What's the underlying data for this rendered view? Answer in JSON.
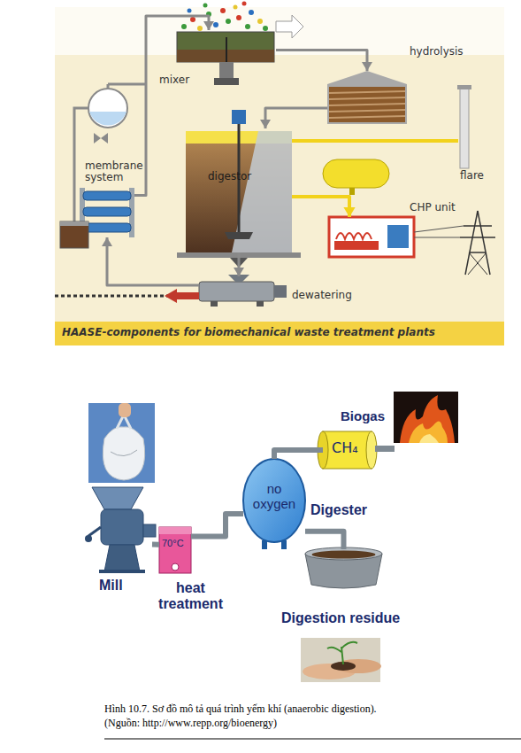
{
  "diagram": {
    "caption": "Hình 10.7. Sơ đồ mô tả quá trình yếm khí (anaerobic digestion). (Nguồn: http://www.repp.org/bioenergy)",
    "nodes": [
      {
        "text": [
          "mixer"
        ]
      },
      {
        "text": [
          "hydrolysis"
        ]
      },
      {
        "text": [
          "flare"
        ]
      },
      {
        "text": [
          "digestor"
        ]
      },
      {
        "text": [
          "CHP unit"
        ]
      },
      {
        "text": [
          "membrane system"
        ]
      },
      {
        "text": [
          "dewatering"
        ]
      },
      {
        "text": [
          "HAASE-components for biomechanical waste treatment plants"
        ]
      },
      {
        "text": [
          "Biogas",
          "CH₄"
        ]
      },
      {
        "text": [
          "no oxygen",
          "Digester"
        ]
      },
      {
        "text": [
          "Mill"
        ]
      },
      {
        "text": [
          "70°C",
          "heat treatment"
        ]
      },
      {
        "text": [
          "Digestion residue"
        ]
      }
    ],
    "edges": [
      {
        "from": 0,
        "to": 1,
        "arrow": "to"
      },
      {
        "from": 1,
        "to": 3,
        "arrow": "to"
      },
      {
        "from": 3,
        "to": 2,
        "arrow": "none"
      },
      {
        "from": 3,
        "to": 4,
        "arrow": "to"
      },
      {
        "from": 3,
        "to": 6,
        "arrow": "to"
      },
      {
        "from": 6,
        "to": 5,
        "arrow": "to"
      },
      {
        "from": 5,
        "to": 0,
        "arrow": "to"
      },
      {
        "from": 10,
        "to": 11,
        "arrow": "none"
      },
      {
        "from": 11,
        "to": 9,
        "arrow": "none"
      },
      {
        "from": 9,
        "to": 8,
        "arrow": "none"
      },
      {
        "from": 9,
        "to": 12,
        "arrow": "none"
      }
    ]
  }
}
